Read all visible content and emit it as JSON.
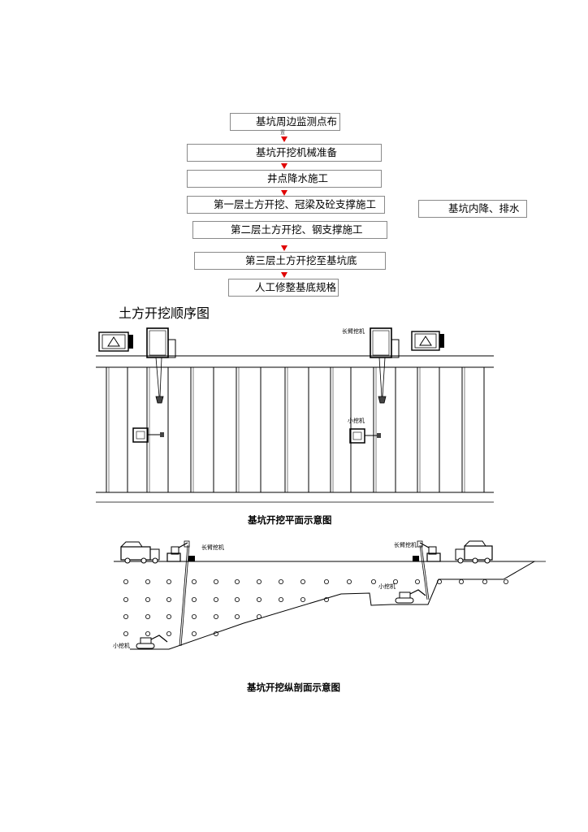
{
  "flow": {
    "steps": [
      "基坑周边监测点布",
      "基坑开挖机械准备",
      "井点降水施工",
      "第一层土方开挖、冠梁及砼支撑施工",
      "第二层土方开挖、钢支撑施工",
      "第三层土方开挖至基坑底",
      "人工修整基底规格"
    ],
    "side_box": "基坑内降、排水",
    "small_mark": "置"
  },
  "sequence_title": "土方开挖顺序图",
  "plan": {
    "caption": "基坑开挖平面示意图",
    "long_arm_label": "长臂挖机",
    "small_excavator_label": "小挖机"
  },
  "section": {
    "caption": "基坑开挖纵剖面示意图",
    "long_arm_label_left": "长臂挖机",
    "long_arm_label_right": "长臂挖机",
    "small_excavator_label_left": "小挖机",
    "small_excavator_label_right": "小挖机"
  },
  "colors": {
    "arrow": "#e00000",
    "line": "#000000",
    "box_border": "#8a8a8a"
  }
}
